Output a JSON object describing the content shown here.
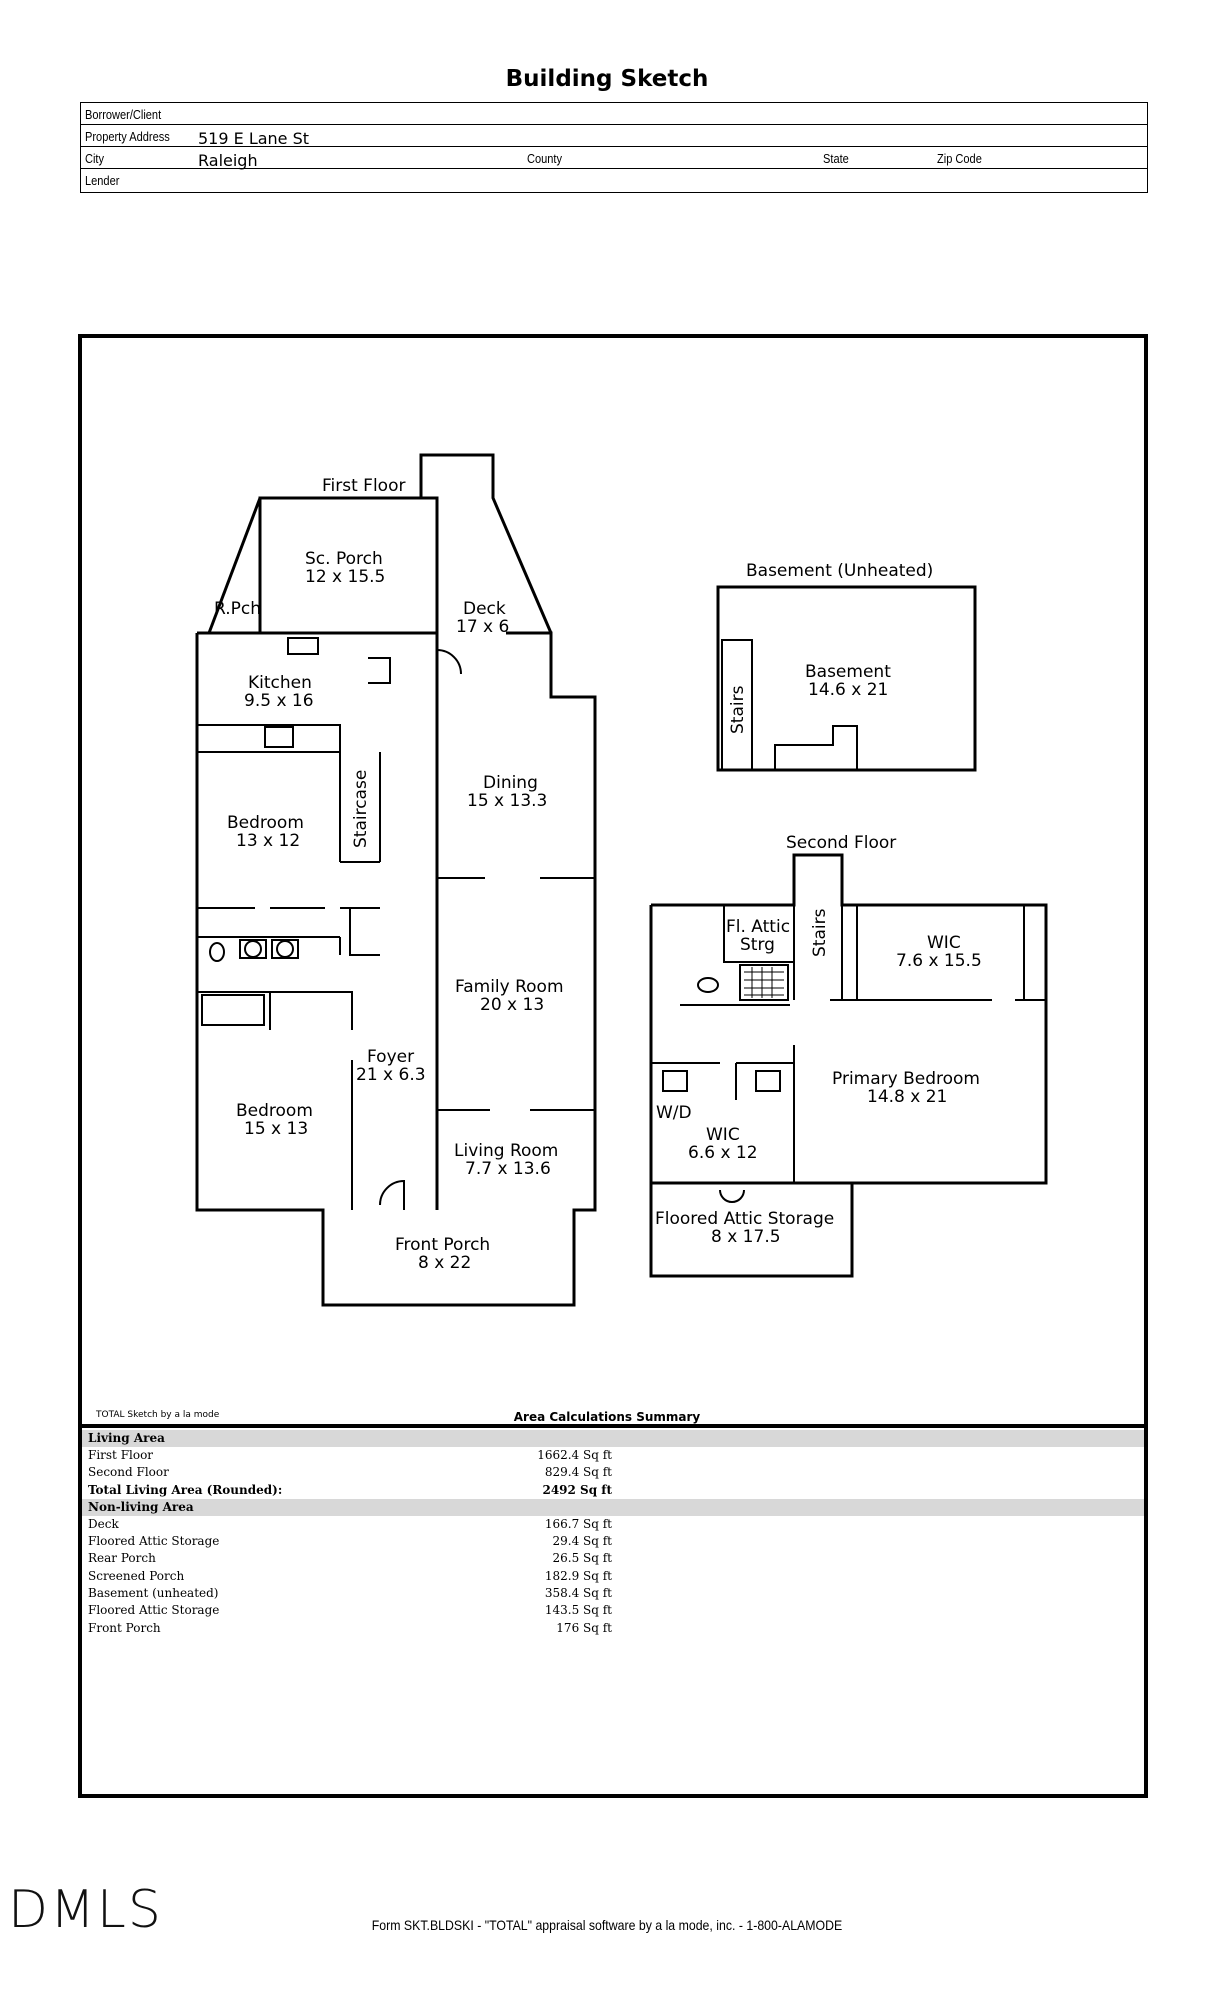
{
  "page": {
    "title": "Building Sketch"
  },
  "header": {
    "borrower_label": "Borrower/Client",
    "address_label": "Property Address",
    "address_value": "519 E Lane St",
    "city_label": "City",
    "city_value": "Raleigh",
    "county_label": "County",
    "state_label": "State",
    "zip_label": "Zip Code",
    "lender_label": "Lender"
  },
  "sketch": {
    "first_floor": "First Floor",
    "basement_title": "Basement (Unheated)",
    "second_floor": "Second Floor",
    "rooms": {
      "sc_porch": "Sc. Porch",
      "sc_porch_dim": "12 x 15.5",
      "rpch": "R.Pch",
      "deck": "Deck",
      "deck_dim": "17 x 6",
      "kitchen": "Kitchen",
      "kitchen_dim": "9.5 x 16",
      "bedroom1": "Bedroom",
      "bedroom1_dim": "13 x 12",
      "staircase": "Staircase",
      "dining": "Dining",
      "dining_dim": "15 x 13.3",
      "family": "Family Room",
      "family_dim": "20 x 13",
      "foyer": "Foyer",
      "foyer_dim": "21 x 6.3",
      "bedroom2": "Bedroom",
      "bedroom2_dim": "15 x 13",
      "living": "Living Room",
      "living_dim": "7.7 x 13.6",
      "front_porch": "Front Porch",
      "front_porch_dim": "8 x 22",
      "basement": "Basement",
      "basement_dim": "14.6 x 21",
      "stairs": "Stairs",
      "fl_attic": "Fl. Attic",
      "fl_attic2": "Strg",
      "stairs2": "Stairs",
      "wic1": "WIC",
      "wic1_dim": "7.6 x 15.5",
      "primary": "Primary Bedroom",
      "primary_dim": "14.8 x 21",
      "wd": "W/D",
      "wic2": "WIC",
      "wic2_dim": "6.6 x 12",
      "floored_attic": "Floored Attic Storage",
      "floored_attic_dim": "8 x 17.5"
    }
  },
  "summary": {
    "brand": "TOTAL Sketch by a la mode",
    "title": "Area Calculations Summary",
    "living_header": "Living Area",
    "living": [
      {
        "name": "First Floor",
        "value": "1662.4 Sq ft"
      },
      {
        "name": "Second Floor",
        "value": "829.4 Sq ft"
      }
    ],
    "total": {
      "name": "Total Living Area (Rounded):",
      "value": "2492 Sq ft"
    },
    "nonliving_header": "Non-living Area",
    "nonliving": [
      {
        "name": "Deck",
        "value": "166.7 Sq ft"
      },
      {
        "name": "Floored Attic Storage",
        "value": "29.4 Sq ft"
      },
      {
        "name": "Rear Porch",
        "value": "26.5 Sq ft"
      },
      {
        "name": "Screened Porch",
        "value": "182.9 Sq ft"
      },
      {
        "name": "Basement (unheated)",
        "value": "358.4 Sq ft"
      },
      {
        "name": "Floored Attic Storage",
        "value": "143.5 Sq ft"
      },
      {
        "name": "Front Porch",
        "value": "176 Sq ft"
      }
    ]
  },
  "footer": {
    "text": "Form SKT.BLDSKI - \"TOTAL\" appraisal software by a la mode, inc. - 1-800-ALAMODE"
  },
  "logo": {
    "text": "DMLS"
  }
}
